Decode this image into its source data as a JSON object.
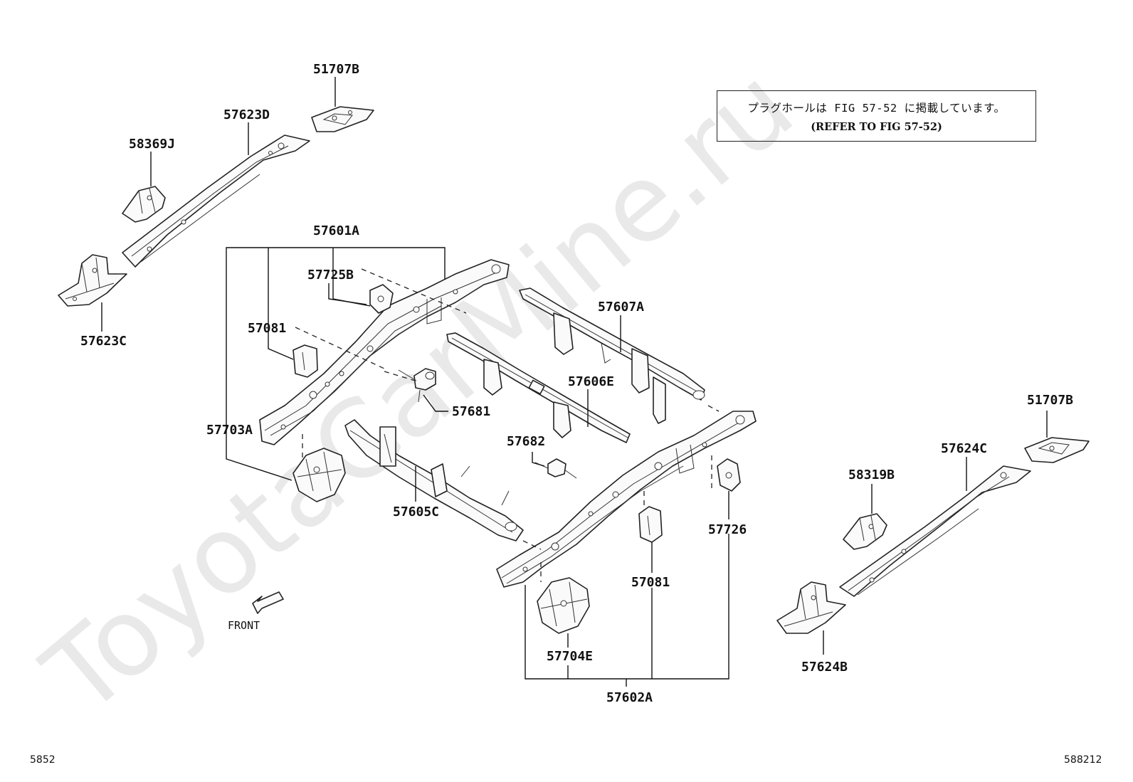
{
  "watermark": "ToyotaCarMine.ru",
  "note": {
    "line1": "プラグホールは FIG 57-52 に掲載しています。",
    "line2": "(REFER TO FIG 57-52)"
  },
  "front_label": "FRONT",
  "footer": {
    "left_code": "5852",
    "right_code": "588212"
  },
  "labels": {
    "p51707b_left": "51707B",
    "p57623d": "57623D",
    "p58369j": "58369J",
    "p57623c": "57623C",
    "p57601a": "57601A",
    "p57725b": "57725B",
    "p57081_left": "57081",
    "p57703a": "57703A",
    "p57681": "57681",
    "p57607a": "57607A",
    "p57606e": "57606E",
    "p57682": "57682",
    "p57605c": "57605C",
    "p57726": "57726",
    "p57081_right": "57081",
    "p57704e": "57704E",
    "p57602a": "57602A",
    "p51707b_right": "51707B",
    "p57624c": "57624C",
    "p58319b": "58319B",
    "p57624b": "57624B"
  }
}
